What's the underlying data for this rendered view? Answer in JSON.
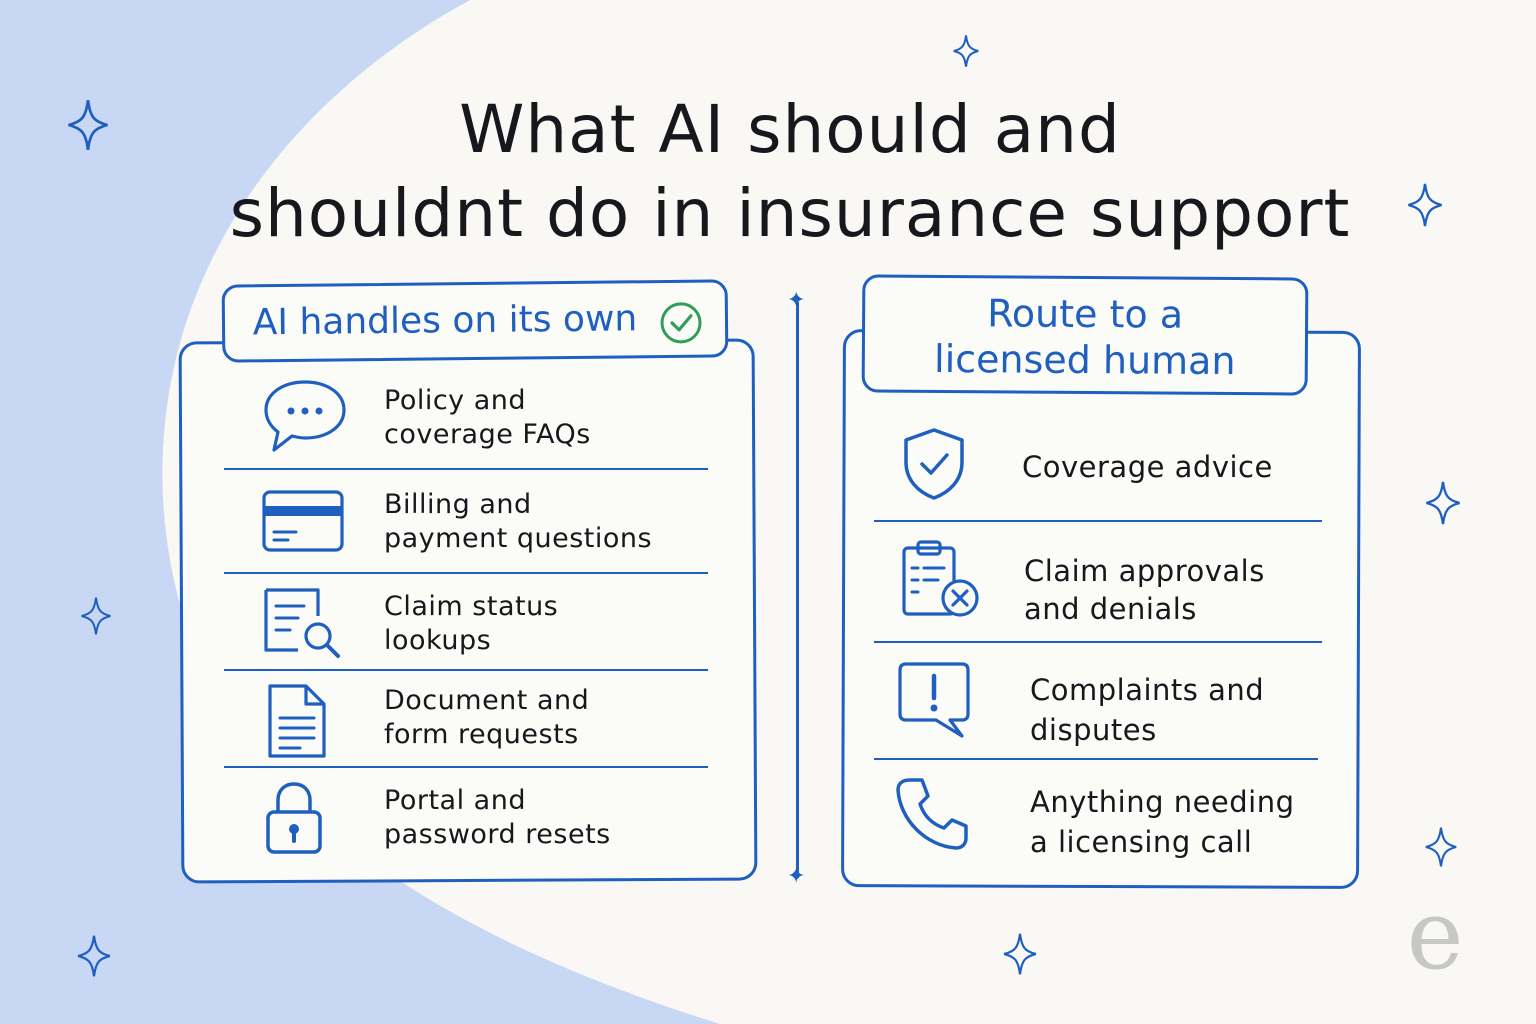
{
  "title": {
    "line1": "What AI should and",
    "line2": "shouldnt do in insurance support"
  },
  "left_panel": {
    "heading": "AI handles on its own",
    "items": [
      {
        "icon": "speech-bubble-icon",
        "label": "Policy and\ncoverage FAQs"
      },
      {
        "icon": "credit-card-icon",
        "label": "Billing and\npayment questions"
      },
      {
        "icon": "document-search-icon",
        "label": "Claim status\nlookups"
      },
      {
        "icon": "document-icon",
        "label": "Document and\nform requests"
      },
      {
        "icon": "padlock-icon",
        "label": "Portal and\npassword resets"
      }
    ]
  },
  "right_panel": {
    "heading": "Route to a\nlicensed human",
    "items": [
      {
        "icon": "shield-check-icon",
        "label": "Coverage advice"
      },
      {
        "icon": "clipboard-x-icon",
        "label": "Claim approvals\nand denials"
      },
      {
        "icon": "alert-bubble-icon",
        "label": "Complaints and\ndisputes"
      },
      {
        "icon": "phone-icon",
        "label": "Anything needing\na licensing call"
      }
    ]
  },
  "logo_letter": "e",
  "colors": {
    "accent_blue": "#1f5fbf",
    "check_green": "#2f9e5b",
    "arc_blue": "#c7d7f4",
    "text": "#16181d",
    "background": "#f9f8f4"
  }
}
